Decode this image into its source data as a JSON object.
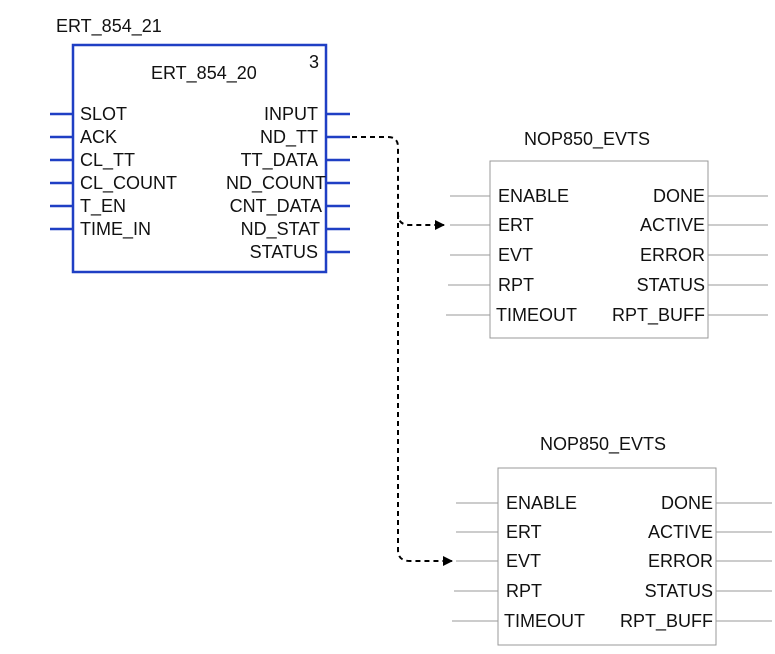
{
  "colors": {
    "block_border_primary": "#1f3fc4",
    "pin_primary": "#1f3fc4",
    "block_border_secondary": "#999999",
    "pin_secondary": "#9a9a9a",
    "connection_line": "#000000",
    "text": "#111111",
    "background": "#ffffff"
  },
  "ert_block": {
    "instance_name": "ERT_854_21",
    "type_name": "ERT_854_20",
    "execution_order": "3",
    "inputs": [
      "SLOT",
      "ACK",
      "CL_TT",
      "CL_COUNT",
      "T_EN",
      "TIME_IN"
    ],
    "outputs": [
      "INPUT",
      "ND_TT",
      "TT_DATA",
      "ND_COUNT",
      "CNT_DATA",
      "ND_STAT",
      "STATUS"
    ]
  },
  "nop_blocks": [
    {
      "type_name": "NOP850_EVTS",
      "inputs": [
        "ENABLE",
        "ERT",
        "EVT",
        "RPT",
        "TIMEOUT"
      ],
      "outputs": [
        "DONE",
        "ACTIVE",
        "ERROR",
        "STATUS",
        "RPT_BUFF"
      ]
    },
    {
      "type_name": "NOP850_EVTS",
      "inputs": [
        "ENABLE",
        "ERT",
        "EVT",
        "RPT",
        "TIMEOUT"
      ],
      "outputs": [
        "DONE",
        "ACTIVE",
        "ERROR",
        "STATUS",
        "RPT_BUFF"
      ]
    }
  ],
  "connections": [
    {
      "from": "ERT_854_21.ND_TT",
      "to": "NOP850_EVTS[1].ERT",
      "style": "dashed"
    },
    {
      "from": "ERT_854_21.ND_TT",
      "to": "NOP850_EVTS[2].EVT",
      "style": "dashed"
    }
  ]
}
